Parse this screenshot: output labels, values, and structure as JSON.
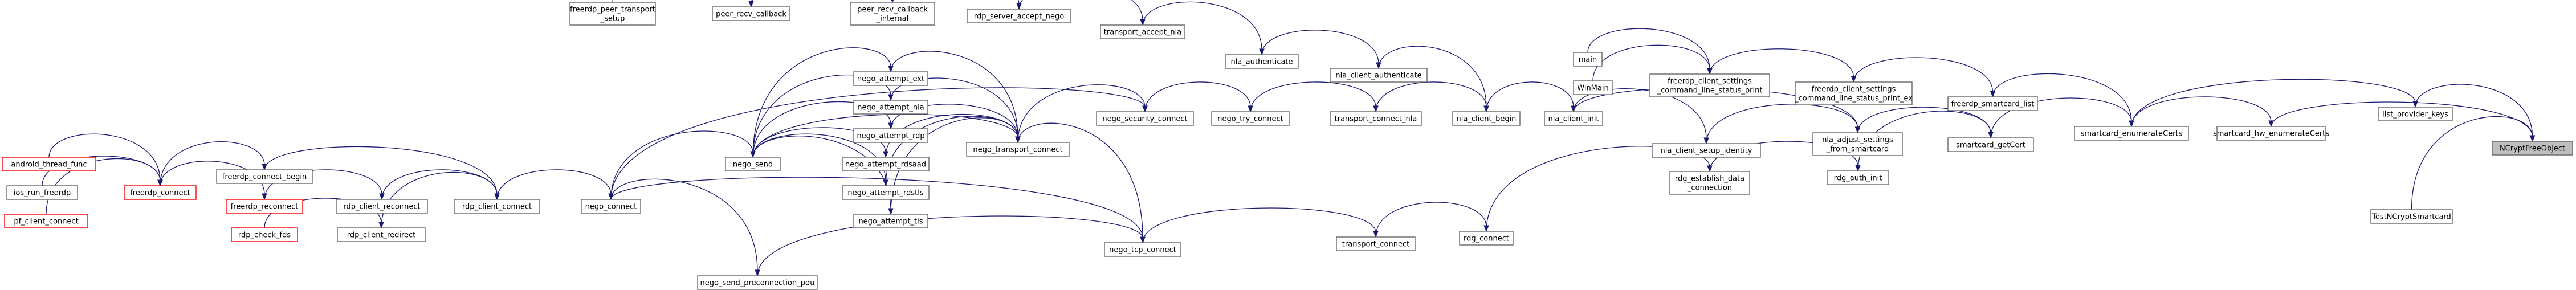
{
  "nodes": {
    "root": "NCryptFreeObject",
    "list_provider_keys": "list_provider_keys",
    "testncryptsmartcard": "TestNCryptSmartcard",
    "smartcard_hw_enumerate": "smartcard_hw_enumerateCerts",
    "smartcard_enumerate": "smartcard_enumerateCerts",
    "freerdp_smartcard_list": "freerdp_smartcard_list",
    "smartcard_getcert": "smartcard_getCert",
    "fcs_print_ex": [
      "freerdp_client_settings",
      "_command_line_status_print_ex"
    ],
    "nla_adjust": [
      "nla_adjust_settings",
      "_from_smartcard"
    ],
    "rdg_auth_init": "rdg_auth_init",
    "fcs_print": [
      "freerdp_client_settings",
      "_command_line_status_print"
    ],
    "nla_client_init": "nla_client_init",
    "nla_setup_identity": "nla_client_setup_identity",
    "rdg_establish": [
      "rdg_establish_data",
      "_connection"
    ],
    "main": "main",
    "winmain": "WinMain",
    "nla_client_begin": "nla_client_begin",
    "rdg_connect": "rdg_connect",
    "transport_connect_nla": "transport_connect_nla",
    "nla_client_authenticate": "nla_client_authenticate",
    "transport_connect": "transport_connect",
    "nego_try_connect": "nego_try_connect",
    "nla_authenticate": "nla_authenticate",
    "nego_tcp_connect": "nego_tcp_connect",
    "nego_security_connect": "nego_security_connect",
    "transport_accept_nla": "transport_accept_nla",
    "nego_transport_connect": "nego_transport_connect",
    "nego_send_preconnection_pdu": "nego_send_preconnection_pdu",
    "rdp_server_accept_nego": "rdp_server_accept_nego",
    "nego_attempt_ext": "nego_attempt_ext",
    "nego_attempt_nla": "nego_attempt_nla",
    "nego_attempt_rdp": "nego_attempt_rdp",
    "nego_attempt_rdsaad": "nego_attempt_rdsaad",
    "nego_attempt_rdstls": "nego_attempt_rdstls",
    "nego_attempt_tls": "nego_attempt_tls",
    "peer_recv_callback_internal": [
      "peer_recv_callback",
      "_internal"
    ],
    "nego_send": "nego_send",
    "peer_recv_callback": "peer_recv_callback",
    "nego_connect": "nego_connect",
    "freerdp_peer_transport_setup": [
      "freerdp_peer_transport",
      "_setup"
    ],
    "rdp_client_connect": "rdp_client_connect",
    "freerdp_connect_begin": "freerdp_connect_begin",
    "rdp_client_reconnect": "rdp_client_reconnect",
    "rdp_client_redirect": "rdp_client_redirect",
    "freerdp_connect": "freerdp_connect",
    "freerdp_reconnect": "freerdp_reconnect",
    "rdp_check_fds": "rdp_check_fds",
    "android_thread_func": "android_thread_func",
    "ios_run_freerdp": "ios_run_freerdp",
    "pf_client_connect": "pf_client_connect"
  },
  "colors": {
    "edge": "#191970",
    "border": "#666666",
    "unresolved": "#ff0000",
    "root_fill": "#bfbfbf"
  }
}
